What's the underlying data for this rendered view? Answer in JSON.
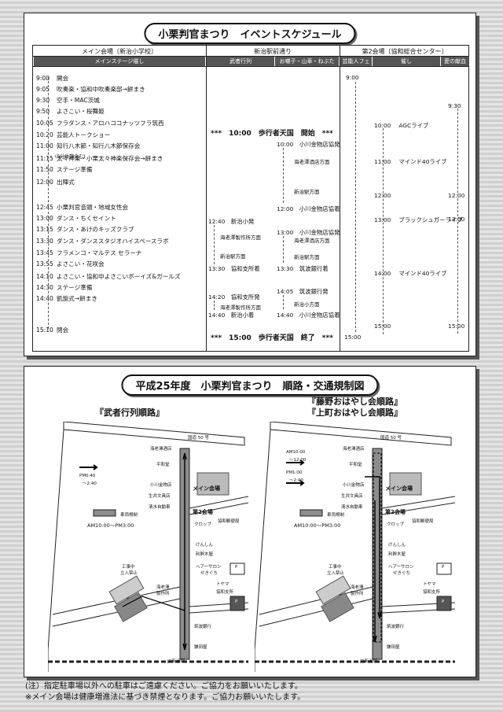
{
  "schedule": {
    "title": "小栗判官まつり　イベントスケジュール",
    "venue_main": "メイン会場〔新治小学校〕",
    "venue_station": "新治駅前通り",
    "venue_second": "第2会場〔協和総合センター〕",
    "sub_main_stage": "メインステージ催し",
    "sub_musha": "武者行列",
    "sub_ohayashi": "お囃子・山車・ねぶた",
    "sub_geino": "芸能人フェア",
    "sub_moyoshi": "催し",
    "sub_ai": "愛の献血",
    "main_events": [
      {
        "time": "9:00",
        "label": "開会"
      },
      {
        "time": "9:05",
        "label": "吹奏楽・協和中吹奏楽部→餅まき"
      },
      {
        "time": "9:30",
        "label": "空手・MAC茨城"
      },
      {
        "time": "9:50",
        "label": "よさこい・桜舞姫"
      },
      {
        "time": "10:05",
        "label": "フラダンス・アロハココナッツフラ筑西"
      },
      {
        "time": "10:20",
        "label": "芸能人トークショー"
      },
      {
        "time": "11:00",
        "label": "知行八木節・知行八木節保存会"
      },
      {
        "time": "11:15",
        "label": "太々神楽・小栗太々神楽保存会→餅まき"
      },
      {
        "time": "11:50",
        "label": "ステージ準備"
      },
      {
        "time": "12:00",
        "label": "出陣式"
      },
      {
        "time": "12:45",
        "label": "小栗判官音頭・地域女性会"
      },
      {
        "time": "13:00",
        "label": "ダンス・ちくセイント"
      },
      {
        "time": "13:15",
        "label": "ダンス・あけのキッズクラブ"
      },
      {
        "time": "13:30",
        "label": "ダンス・ダンススタジオハイスペースラボ"
      },
      {
        "time": "13:45",
        "label": "フラメンコ・マルテス セラーナ"
      },
      {
        "time": "13:55",
        "label": "よさこい・花咲会"
      },
      {
        "time": "14:10",
        "label": "よさこい・協和中よさこいボーイズ&ガールズ"
      },
      {
        "time": "14:30",
        "label": "ステージ準備"
      },
      {
        "time": "14:40",
        "label": "凱旋式→餅まき"
      },
      {
        "time": "15:10",
        "label": "閉会"
      }
    ],
    "talk_note": "(5分休憩含む)",
    "hokosha_open": "***　10:00　歩行者天国　開始　***",
    "hokosha_close": "***　15:00　歩行者天国　終了　***",
    "musha": {
      "a_time": "12:40",
      "a_label": "新治小発",
      "a_route1": "海老澤製作所方面",
      "a_route2": "新治駅方面",
      "b_time": "13:30",
      "b_label": "協和支所着",
      "c_time": "14:20",
      "c_label": "協和支所発",
      "c_route": "海老澤製作所方面",
      "d_time": "14:40",
      "d_label": "新治小着"
    },
    "ohayashi": {
      "a_time": "10:00",
      "a_label": "小川金物店協発",
      "a_route1": "海老澤酒店方面",
      "a_route2": "新治駅方面",
      "b_time": "12:00",
      "b_label": "小川金物店協着",
      "c_time": "13:00",
      "c_label": "小川金物店協発",
      "c_route1": "海老澤酒店方面",
      "c_route2": "新治駅方面",
      "d_time": "13:30",
      "d_label": "筑波銀行着",
      "e_time": "14:05",
      "e_label": "筑波銀行発",
      "e_route": "新治小方面",
      "f_time": "14:40",
      "f_label": "小川金物店協着"
    },
    "geino": {
      "start": "9:00",
      "end": "15:00"
    },
    "moyoshi": [
      {
        "time": "10:00",
        "label": "AGCライブ"
      },
      {
        "time": "11:00",
        "label": "マインド40ライブ"
      },
      {
        "time": "12:00",
        "label": ""
      },
      {
        "time": "13:00",
        "label": "ブラックシュガーライブ"
      },
      {
        "time": "14:00",
        "label": "マインド40ライブ"
      },
      {
        "time": "15:00",
        "label": ""
      }
    ],
    "ai": [
      {
        "time": "9:30"
      },
      {
        "time": "12:00"
      },
      {
        "time": "13:00"
      },
      {
        "time": "15:00"
      }
    ]
  },
  "maps": {
    "title": "平成25年度　小栗判官まつり　順路・交通規制図",
    "left_title": "『武者行列順路』",
    "right_title1": "『藤野おはやし会順路』",
    "right_title2": "『上町おはやし会順路』",
    "left_time": "PM0:40\n～2:40",
    "left_time1": "PM0:40",
    "left_time2": "～2:40",
    "right_time_a1": "AM10:00",
    "right_time_a2": "～12:00",
    "right_time_b1": "PM1:00",
    "right_time_b2": "～2:40",
    "legend_label": "車両規制",
    "legend_time": "AM10:00～PM3:00",
    "road": "国道 50 号",
    "labels": {
      "ebisawa_saketen": "海老澤酒店",
      "hirasei": "平和堂",
      "ogawa": "小川金物店",
      "ikui": "生井文具店",
      "shimizu": "清水自動車",
      "main": "メイン会場",
      "second": "第2会場",
      "clop": "クロップ",
      "kyowa_post": "協和郵便局",
      "kenshin": "けんしん",
      "kariharu": "利幹木屋",
      "hair": "ヘアーサロン",
      "hair2": "せきぐち",
      "koji": "工事中",
      "koji2": "立入禁止",
      "ebisawa_seisaku": "海老澤",
      "ebisawa_seisaku2": "製作所",
      "tsukuba": "筑波銀行",
      "tomaru": "トヤマ",
      "kyowa_shisho": "協和支所",
      "kamatana": "鎌田屋",
      "ekimae": "駅前通り",
      "jr": "JR新治駅",
      "p": "P"
    }
  },
  "notes": {
    "line1": "(注）指定駐車場以外への駐車はご遠慮ください。ご協力をお願いいたします。",
    "line2": "※メイン会場は健康増進法に基づき禁煙となります。ご協力お願いいたします。"
  }
}
